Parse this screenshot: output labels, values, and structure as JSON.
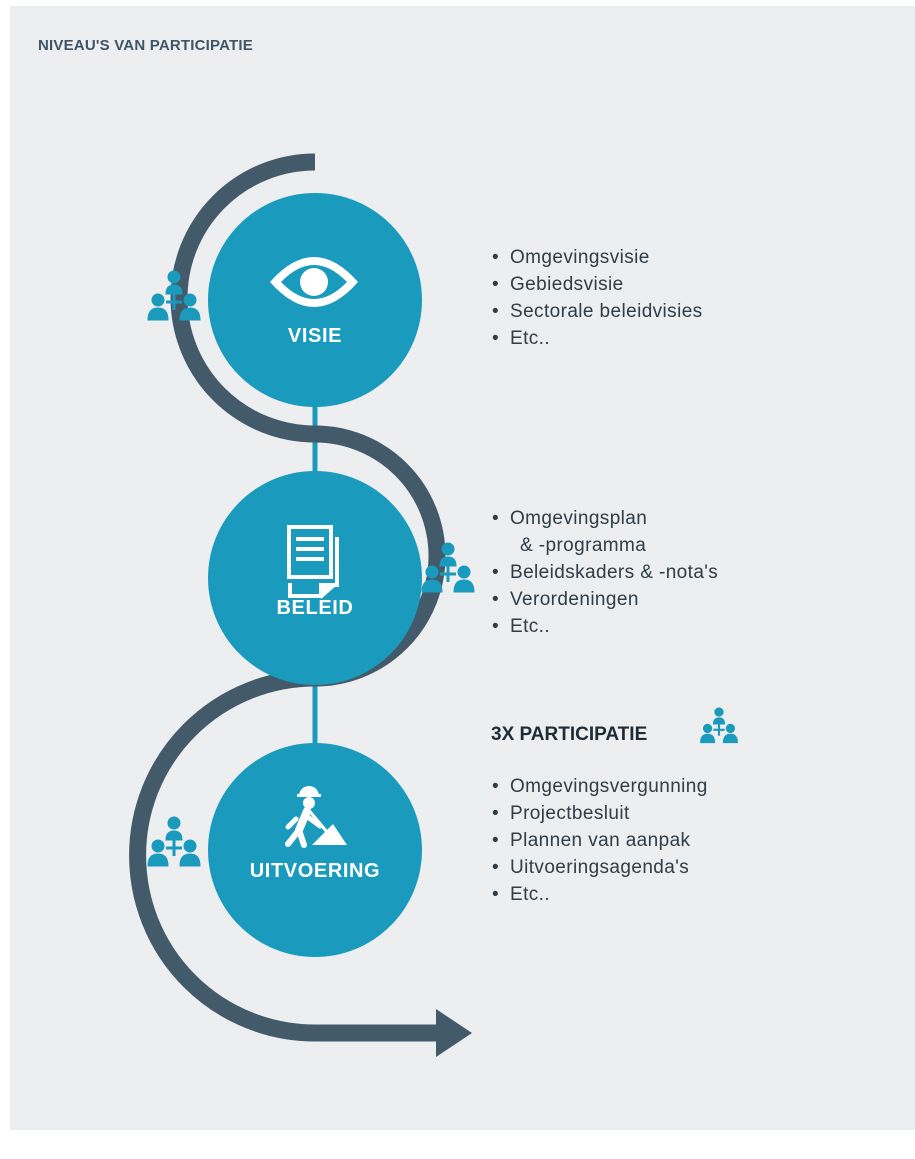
{
  "header": {
    "title": "NIVEAU'S VAN PARTICIPATIE"
  },
  "levels": [
    {
      "label": "VISIE",
      "icon": "eye-icon",
      "items": [
        "Omgevingsvisie",
        "Gebiedsvisie",
        "Sectorale beleidvisies",
        "Etc.."
      ]
    },
    {
      "label": "BELEID",
      "icon": "document-icon",
      "items": [
        "Omgevingsplan",
        "& -programma",
        "Beleidskaders & -nota's",
        "Verordeningen",
        "Etc.."
      ]
    },
    {
      "label": "UITVOERING",
      "icon": "construction-worker-icon",
      "items": [
        "Omgevingsvergunning",
        "Projectbesluit",
        "Plannen van aanpak",
        "Uitvoeringsagenda's",
        "Etc.."
      ]
    }
  ],
  "summary": {
    "label": "3X PARTICIPATIE",
    "icon": "people-group-icon"
  },
  "colors": {
    "panel": "#eceef0",
    "circle": "#1a9bbd",
    "path": "#435a6a",
    "people": "#1a9bbd",
    "connector": "#1a9bbd"
  }
}
